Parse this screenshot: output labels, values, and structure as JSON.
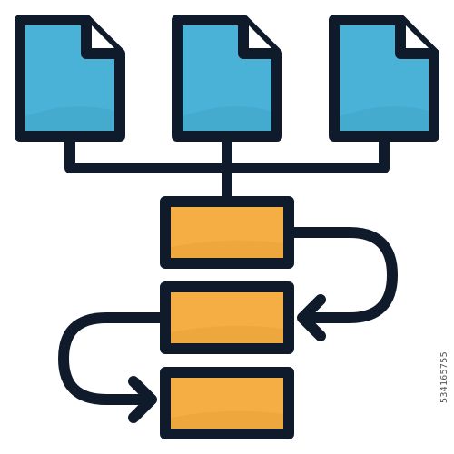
{
  "palette": {
    "outline": "#0f1a2b",
    "document_fill": "#49b2d6",
    "document_highlight": "#63c3e3",
    "process_fill": "#f4ae44",
    "process_highlight": "#f8c061",
    "background": "#ffffff"
  },
  "icons": {
    "documents": [
      "document-icon",
      "document-icon",
      "document-icon"
    ],
    "process_blocks": [
      "process-block",
      "process-block",
      "process-block"
    ],
    "arrows": [
      "arrow-right-icon",
      "arrow-left-icon",
      "arrow-right-icon"
    ]
  },
  "watermark": {
    "id_text": "534165755"
  }
}
